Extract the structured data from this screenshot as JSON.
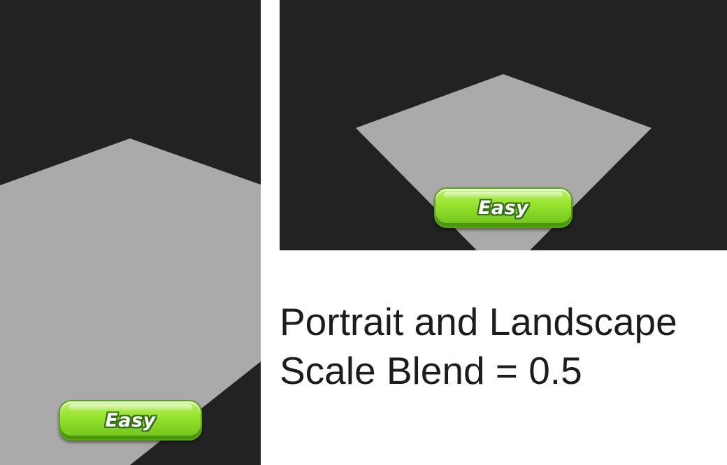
{
  "colors": {
    "viewport_background": "#222222",
    "floor": "#aaaaaa",
    "button_green": "#94e12c",
    "button_outline": "#2f6e12",
    "caption_text": "#1c1c1c",
    "page_background": "#ffffff"
  },
  "portrait_view": {
    "button": {
      "label": "Easy",
      "icon": "none"
    }
  },
  "landscape_view": {
    "button": {
      "label": "Easy",
      "icon": "none"
    }
  },
  "caption": {
    "line1": "Portrait and Landscape",
    "line2": "Scale Blend = 0.5"
  }
}
